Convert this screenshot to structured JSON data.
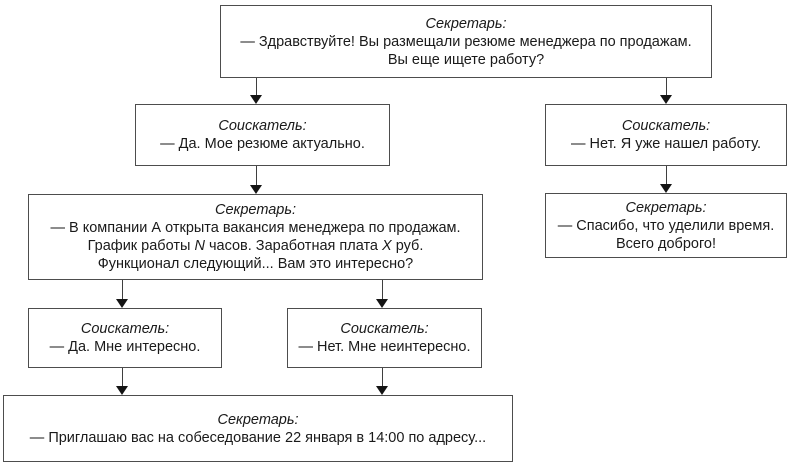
{
  "diagram": {
    "title_hint": "call-script flowchart",
    "colors": {
      "background": "#ffffff",
      "box_border": "#4d4d4d",
      "arrow": "#141414",
      "text": "#1a1a1a"
    },
    "boxes": {
      "greeting": {
        "speaker": "Секретарь:",
        "line1": "— Здравствуйте! Вы размещали резюме менеджера по продажам.",
        "line2": "Вы еще ищете работу?"
      },
      "resume_active": {
        "speaker": "Соискатель:",
        "line1": "— Да. Мое резюме актуально."
      },
      "job_found": {
        "speaker": "Соискатель:",
        "line1": "— Нет. Я уже нашел работу."
      },
      "vacancy": {
        "speaker": "Секретарь:",
        "line1": "— В компании А открыта вакансия менеджера по продажам.",
        "line2_part1": "График работы ",
        "line2_var1": "N",
        "line2_part2": " часов. Заработная плата ",
        "line2_var2": "X",
        "line2_part3": " руб.",
        "line3": "Функционал следующий... Вам это интересно?"
      },
      "thanks": {
        "speaker": "Секретарь:",
        "line1": "— Спасибо, что уделили время.",
        "line2": "Всего доброго!"
      },
      "interested": {
        "speaker": "Соискатель:",
        "line1": "— Да. Мне интересно."
      },
      "not_interested": {
        "speaker": "Соискатель:",
        "line1": "— Нет. Мне неинтересно."
      },
      "invitation": {
        "speaker": "Секретарь:",
        "line1": "— Приглашаю вас на собеседование 22 января в 14:00 по адресу..."
      }
    }
  }
}
